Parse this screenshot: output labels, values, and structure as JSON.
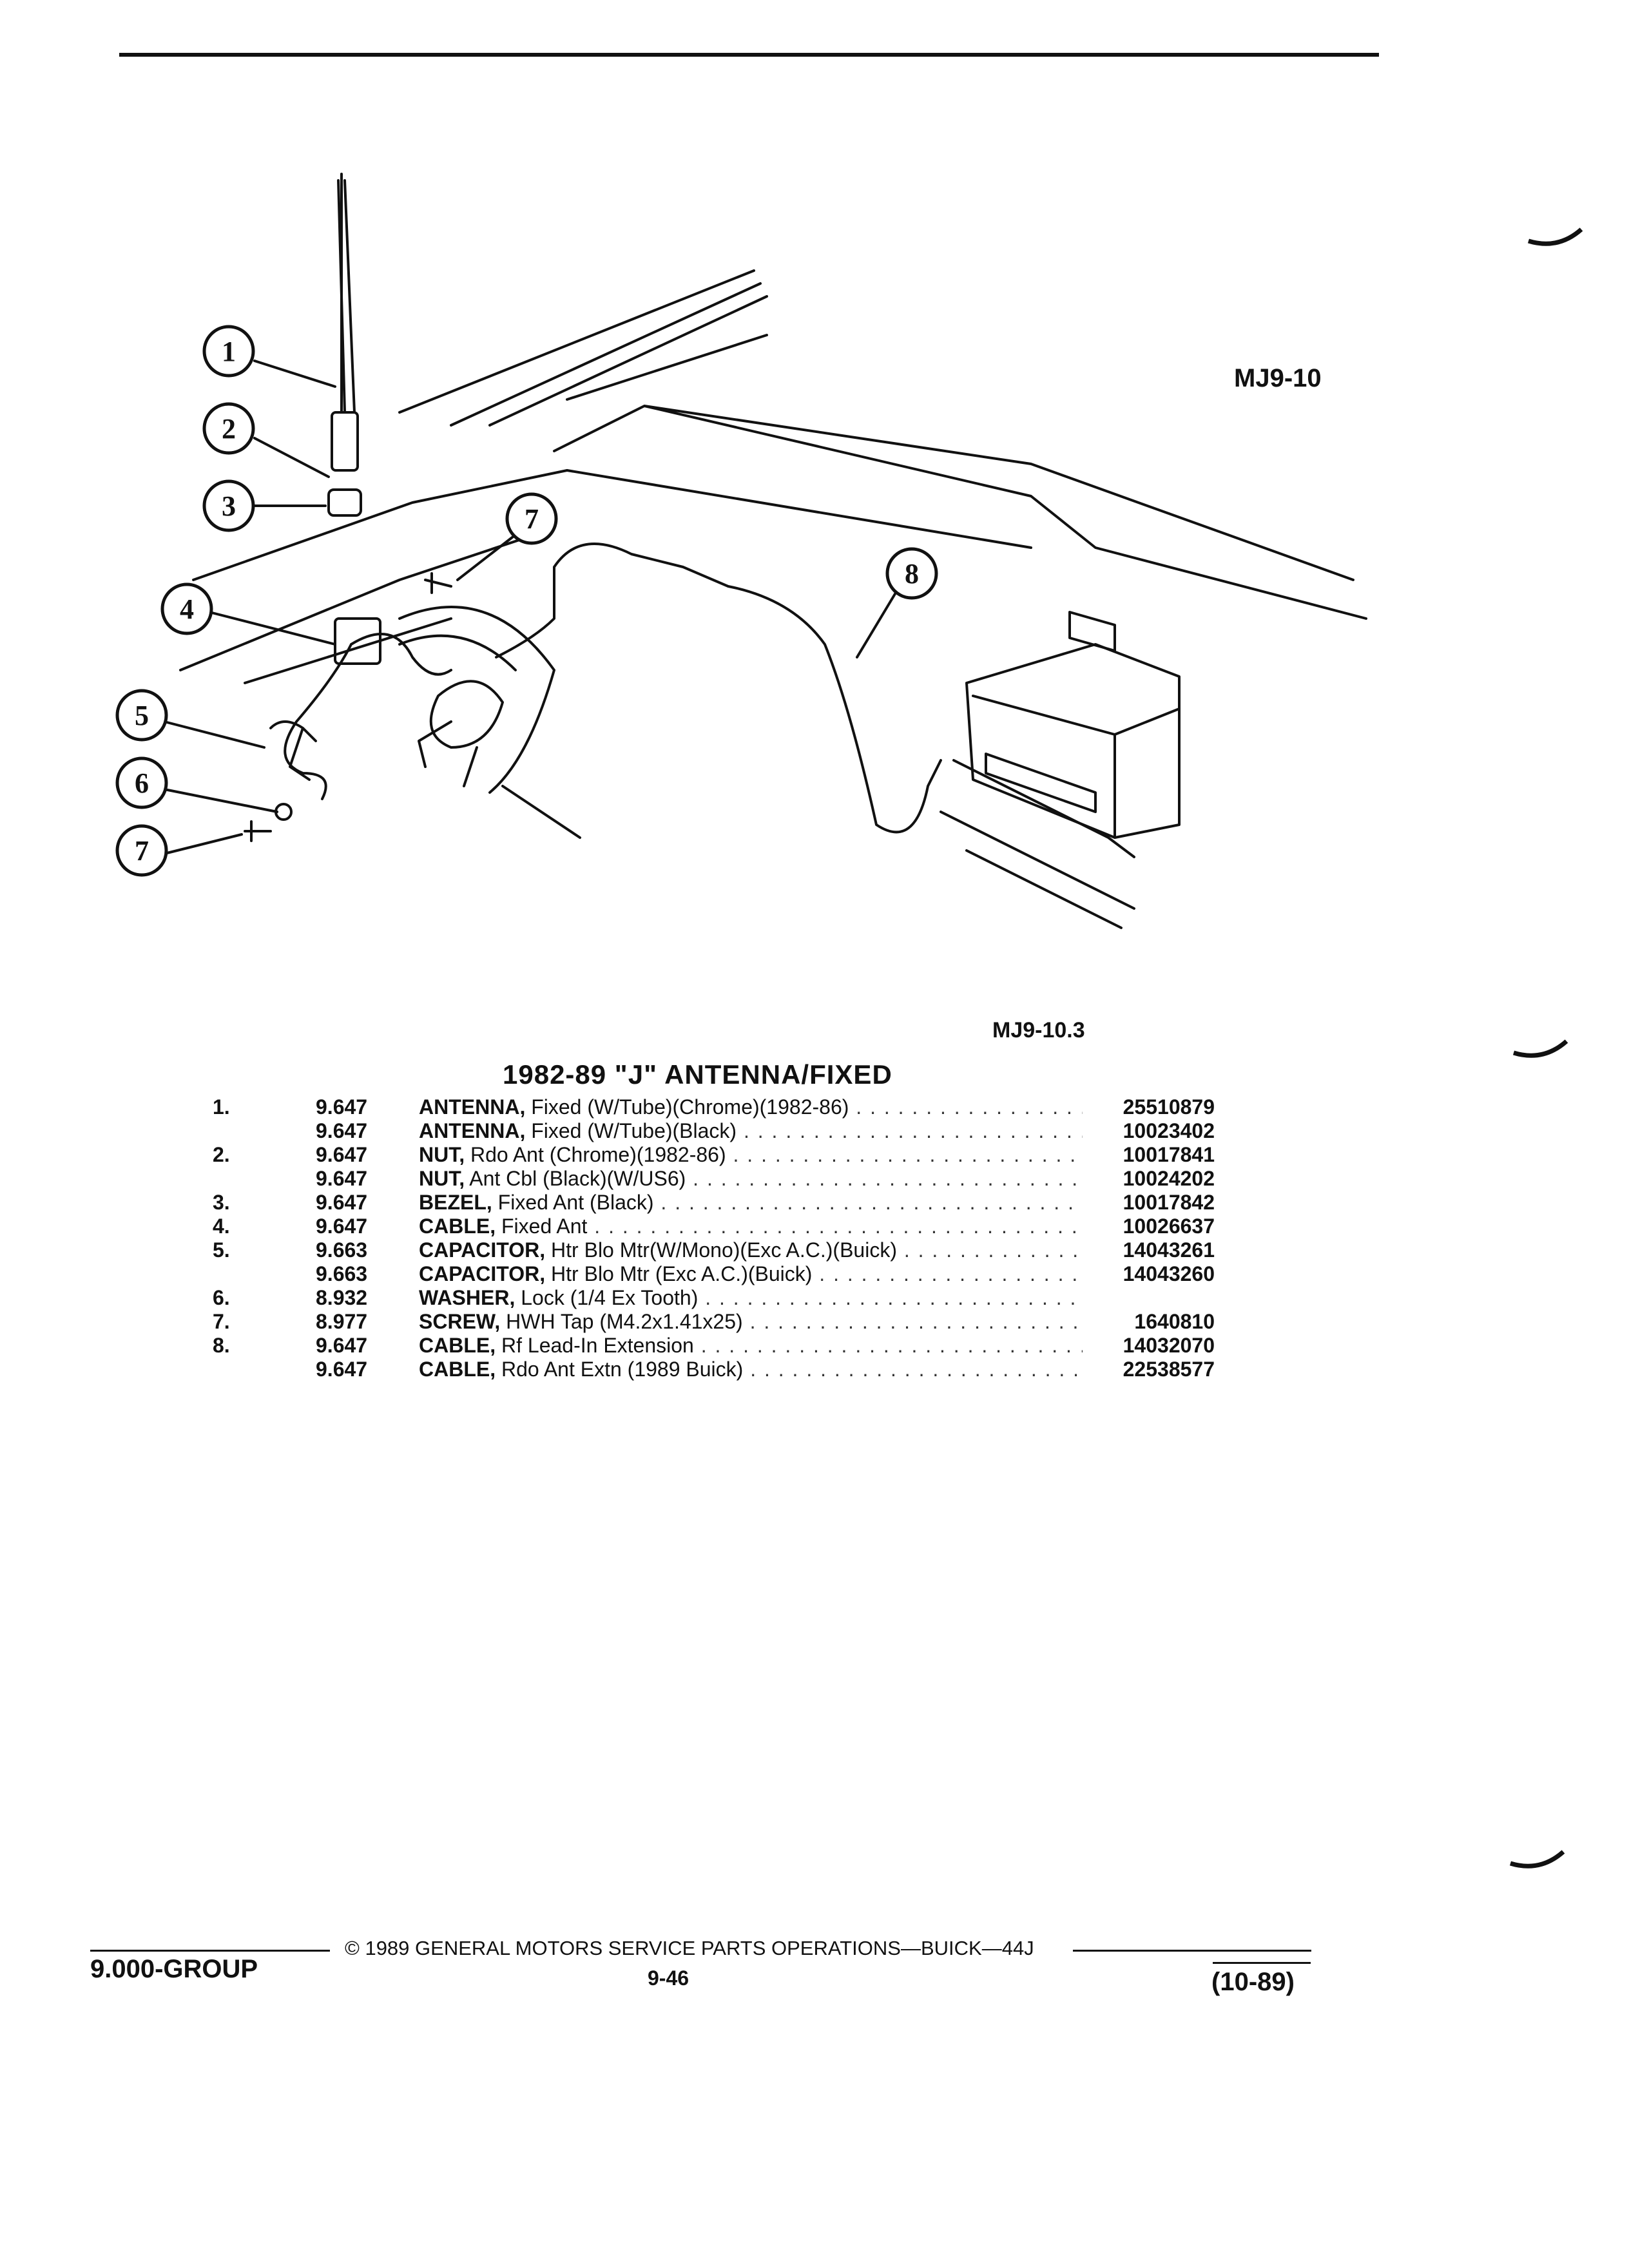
{
  "figure": {
    "code": "MJ9-10",
    "reference": "MJ9-10.3",
    "callouts": [
      "1",
      "2",
      "3",
      "4",
      "5",
      "6",
      "7",
      "7",
      "8"
    ]
  },
  "parts": {
    "title": "1982-89 \"J\" ANTENNA/FIXED",
    "rows": [
      {
        "no": "1.",
        "group": "9.647",
        "name": "ANTENNA,",
        "detail": " Fixed (W/Tube)(Chrome)(1982-86)",
        "part": "25510879"
      },
      {
        "no": "",
        "group": "9.647",
        "name": "ANTENNA,",
        "detail": " Fixed (W/Tube)(Black)",
        "part": "10023402"
      },
      {
        "no": "2.",
        "group": "9.647",
        "name": "NUT,",
        "detail": " Rdo Ant (Chrome)(1982-86)",
        "part": "10017841"
      },
      {
        "no": "",
        "group": "9.647",
        "name": "NUT,",
        "detail": " Ant Cbl (Black)(W/US6)",
        "part": "10024202"
      },
      {
        "no": "3.",
        "group": "9.647",
        "name": "BEZEL,",
        "detail": " Fixed Ant (Black)",
        "part": "10017842"
      },
      {
        "no": "4.",
        "group": "9.647",
        "name": "CABLE,",
        "detail": " Fixed Ant",
        "part": "10026637"
      },
      {
        "no": "5.",
        "group": "9.663",
        "name": "CAPACITOR,",
        "detail": " Htr Blo Mtr(W/Mono)(Exc A.C.)(Buick)",
        "part": "14043261"
      },
      {
        "no": "",
        "group": "9.663",
        "name": "CAPACITOR,",
        "detail": " Htr Blo Mtr (Exc A.C.)(Buick)",
        "part": "14043260"
      },
      {
        "no": "6.",
        "group": "8.932",
        "name": "WASHER,",
        "detail": " Lock (1/4 Ex Tooth)",
        "part": ""
      },
      {
        "no": "7.",
        "group": "8.977",
        "name": "SCREW,",
        "detail": " HWH Tap (M4.2x1.41x25)",
        "part": "1640810"
      },
      {
        "no": "8.",
        "group": "9.647",
        "name": "CABLE,",
        "detail": " Rf Lead-In Extension",
        "part": "14032070"
      },
      {
        "no": "",
        "group": "9.647",
        "name": "CABLE,",
        "detail": " Rdo Ant Extn (1989 Buick)",
        "part": "22538577"
      }
    ]
  },
  "footer": {
    "group": "9.000-GROUP",
    "copyright": "© 1989 GENERAL MOTORS SERVICE PARTS OPERATIONS—BUICK—44J",
    "page": "9-46",
    "date": "(10-89)"
  }
}
